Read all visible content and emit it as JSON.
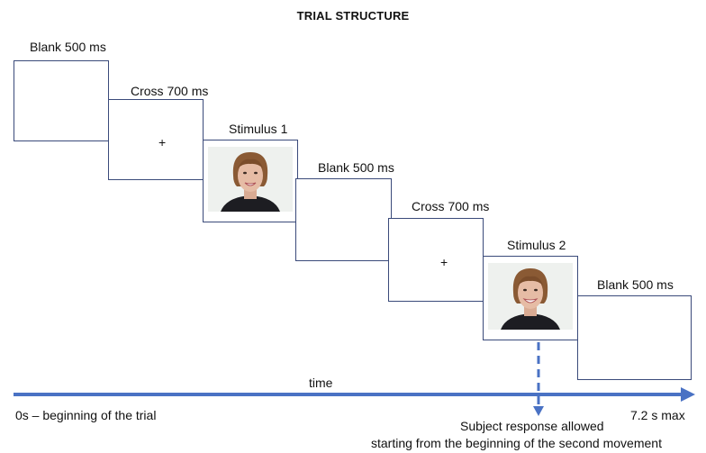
{
  "title": "TRIAL STRUCTURE",
  "colors": {
    "frame_border": "#3a4a7a",
    "arrow": "#4a72c4"
  },
  "frames": [
    {
      "label": "Blank 500 ms",
      "content": "blank"
    },
    {
      "label": "Cross 700 ms",
      "content": "cross",
      "symbol": "+"
    },
    {
      "label": "Stimulus 1",
      "content": "face-photo"
    },
    {
      "label": "Blank 500 ms",
      "content": "blank"
    },
    {
      "label": "Cross 700 ms",
      "content": "cross",
      "symbol": "+"
    },
    {
      "label": "Stimulus 2",
      "content": "face-photo"
    },
    {
      "label": "Blank 500 ms",
      "content": "blank"
    }
  ],
  "timeline": {
    "label": "time",
    "start_label": "0s – beginning of the trial",
    "end_label": "7.2 s max"
  },
  "response": {
    "line1": "Subject response allowed",
    "line2": "starting from the beginning of the second movement"
  }
}
